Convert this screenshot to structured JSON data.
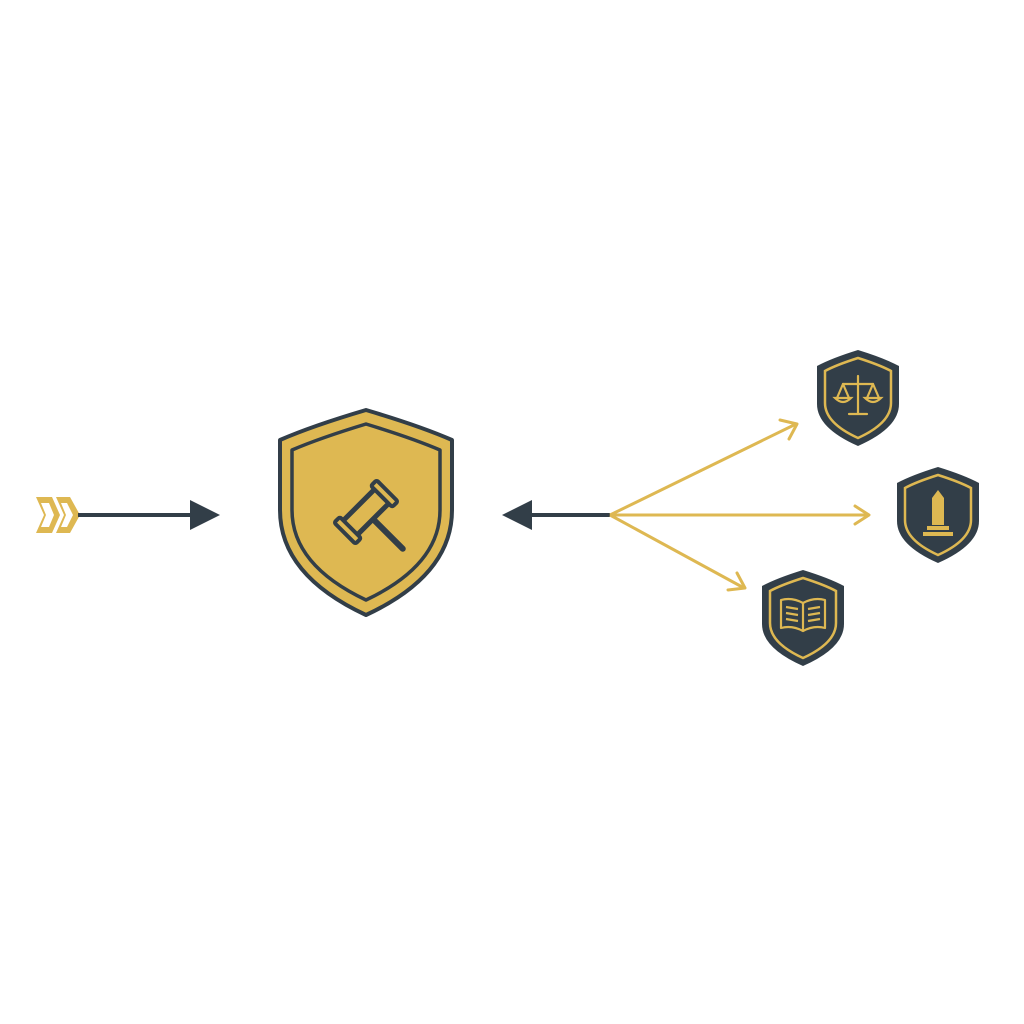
{
  "colors": {
    "background": "#ffffff",
    "gold": "#deb852",
    "dark": "#323e48"
  },
  "nodes": [
    {
      "id": "chevron-marker",
      "icon": "double-chevron-right-icon"
    },
    {
      "id": "central-shield",
      "icon": "gavel-icon"
    },
    {
      "id": "shield-justice",
      "icon": "scales-of-justice-icon"
    },
    {
      "id": "shield-monument",
      "icon": "obelisk-monument-icon"
    },
    {
      "id": "shield-law-book",
      "icon": "open-book-icon"
    }
  ],
  "edges": [
    {
      "from": "chevron-marker",
      "to": "central-shield",
      "style": "dark"
    },
    {
      "from": "branch-hub",
      "to": "central-shield",
      "style": "dark"
    },
    {
      "from": "branch-hub",
      "to": "shield-justice",
      "style": "gold"
    },
    {
      "from": "branch-hub",
      "to": "shield-monument",
      "style": "gold"
    },
    {
      "from": "branch-hub",
      "to": "shield-law-book",
      "style": "gold"
    }
  ]
}
